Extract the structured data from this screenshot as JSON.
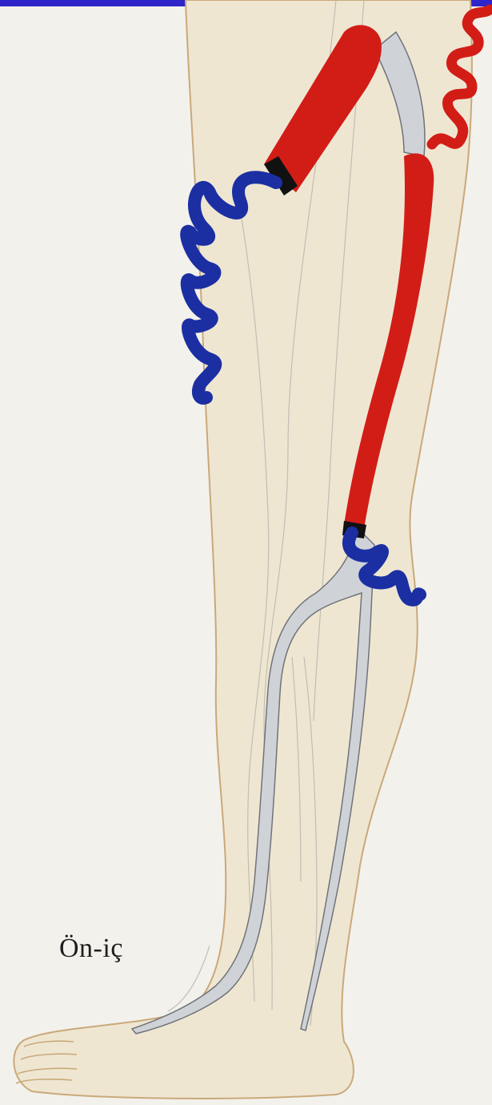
{
  "caption": "Ön-iç",
  "colors": {
    "frame": "#2d24c9",
    "skin": "#efe6d2",
    "outline": "#c9a97a",
    "vein": "#cfd3d8",
    "vein_stroke": "#6f7479",
    "varicose_blue": "#1b2fa3",
    "varicose_red": "#d21d17",
    "background": "#f3f1ec"
  },
  "icons": [
    "leg-illustration",
    "varicose-vein-blue-coil",
    "varicose-vein-red-coil",
    "saphenous-vein-segment-red"
  ]
}
